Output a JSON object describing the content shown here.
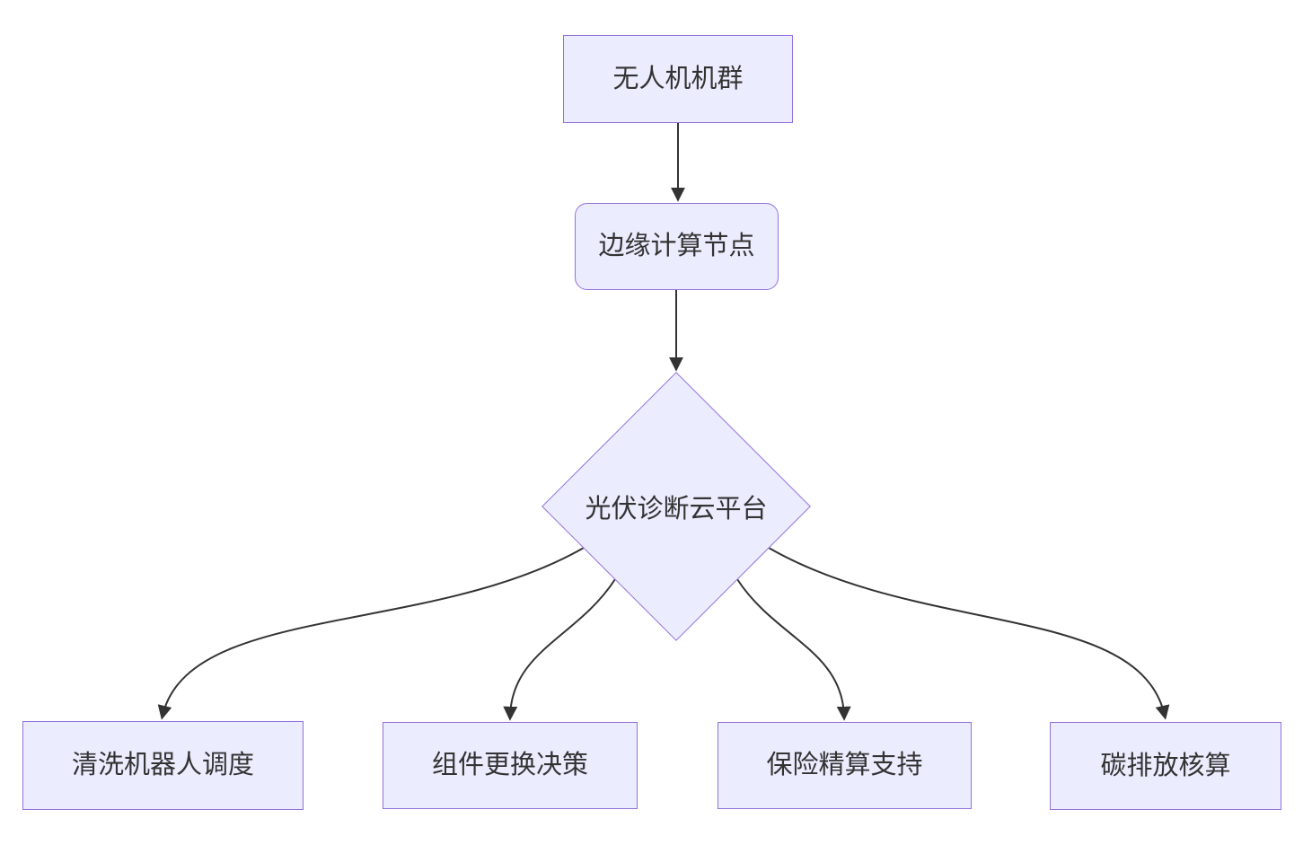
{
  "colors": {
    "background": "#ffffff",
    "node_fill": "#ECECFF",
    "node_stroke": "#9370DB",
    "edge_stroke": "#333333",
    "text": "#333333"
  },
  "diagram": {
    "type": "flowchart",
    "direction": "top-down",
    "nodes": {
      "drone_fleet": {
        "label": "无人机机群",
        "shape": "rectangle"
      },
      "edge_node": {
        "label": "边缘计算节点",
        "shape": "rounded-rectangle"
      },
      "cloud_platform": {
        "label": "光伏诊断云平台",
        "shape": "diamond"
      },
      "cleaning_robot": {
        "label": "清洗机器人调度",
        "shape": "rectangle"
      },
      "module_replacement": {
        "label": "组件更换决策",
        "shape": "rectangle"
      },
      "insurance_support": {
        "label": "保险精算支持",
        "shape": "rectangle"
      },
      "carbon_accounting": {
        "label": "碳排放核算",
        "shape": "rectangle"
      }
    },
    "edges": [
      {
        "from": "drone_fleet",
        "to": "edge_node"
      },
      {
        "from": "edge_node",
        "to": "cloud_platform"
      },
      {
        "from": "cloud_platform",
        "to": "cleaning_robot"
      },
      {
        "from": "cloud_platform",
        "to": "module_replacement"
      },
      {
        "from": "cloud_platform",
        "to": "insurance_support"
      },
      {
        "from": "cloud_platform",
        "to": "carbon_accounting"
      }
    ]
  }
}
